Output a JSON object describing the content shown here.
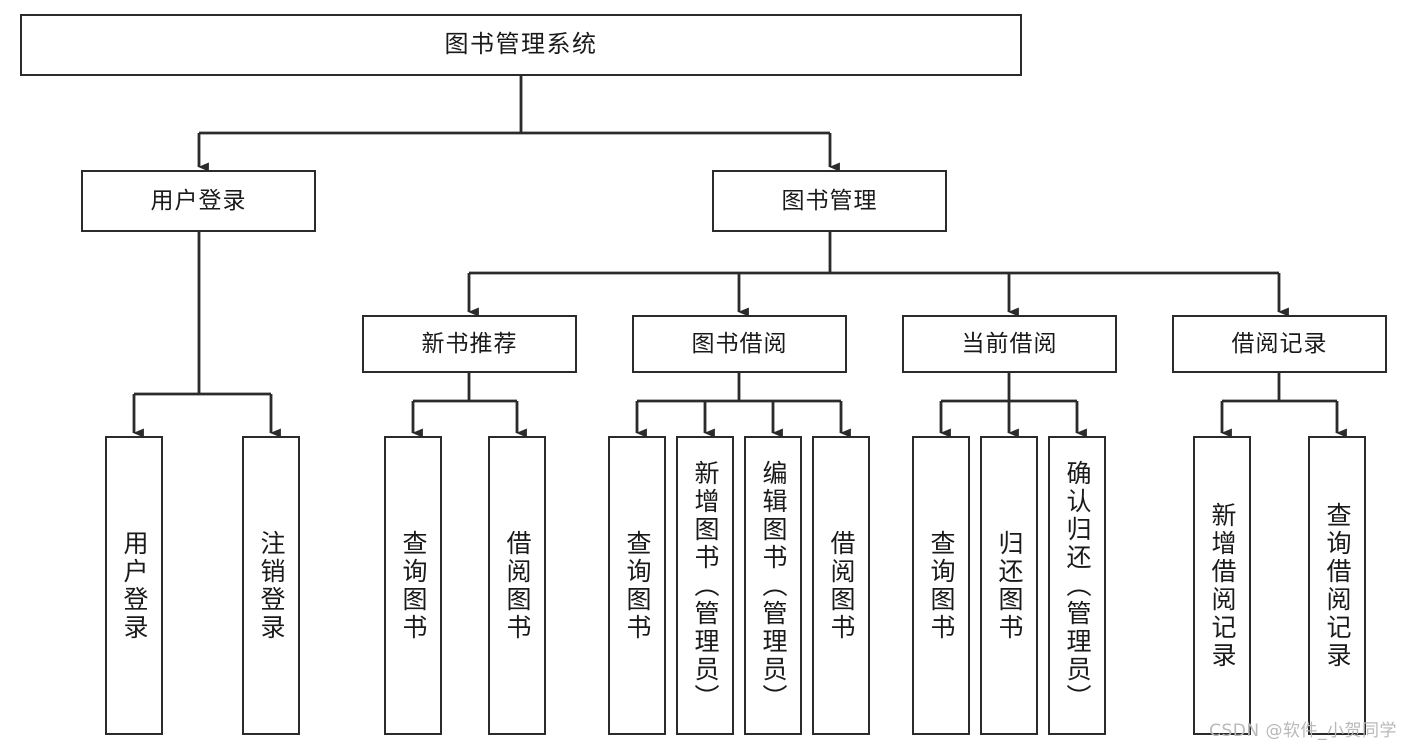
{
  "diagram": {
    "title": "图书管理系统",
    "type": "tree",
    "orientation": "top-down",
    "line_color": "#2b2b2b",
    "box_fill": "#ffffff",
    "text_color": "#1a1a1a",
    "nodes": {
      "root": {
        "label": "图书管理系统"
      },
      "level1": [
        {
          "label": "用户登录"
        },
        {
          "label": "图书管理"
        }
      ],
      "level2": [
        {
          "label": "新书推荐"
        },
        {
          "label": "图书借阅"
        },
        {
          "label": "当前借阅"
        },
        {
          "label": "借阅记录"
        }
      ],
      "leaves_user_login": [
        {
          "label": "用户登录"
        },
        {
          "label": "注销登录"
        }
      ],
      "leaves_new_books": [
        {
          "label": "查询图书"
        },
        {
          "label": "借阅图书"
        }
      ],
      "leaves_borrow": [
        {
          "label": "查询图书"
        },
        {
          "label": "新增图书（管理员）"
        },
        {
          "label": "编辑图书（管理员）"
        },
        {
          "label": "借阅图书"
        }
      ],
      "leaves_current": [
        {
          "label": "查询图书"
        },
        {
          "label": "归还图书"
        },
        {
          "label": "确认归还（管理员）"
        }
      ],
      "leaves_records": [
        {
          "label": "新增借阅记录"
        },
        {
          "label": "查询借阅记录"
        }
      ]
    }
  },
  "watermark": {
    "text": "CSDN @软件_小贺同学",
    "color": "#b9b9b9"
  }
}
